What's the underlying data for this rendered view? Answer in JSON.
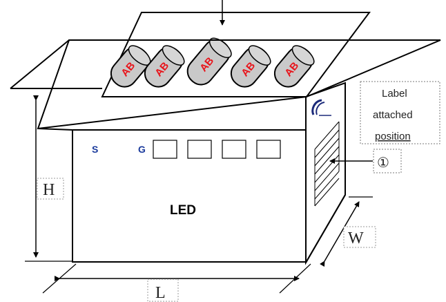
{
  "box": {
    "front_text": "LED",
    "brand_text_left": "S",
    "brand_text_right": "G"
  },
  "rolls": [
    "AB",
    "AB",
    "AB",
    "AB",
    "AB"
  ],
  "dimensions": {
    "height": "H",
    "length": "L",
    "width": "W"
  },
  "label_note": {
    "line1": "Label",
    "line2": "attached",
    "line3": "position"
  },
  "callout_marker": "①"
}
